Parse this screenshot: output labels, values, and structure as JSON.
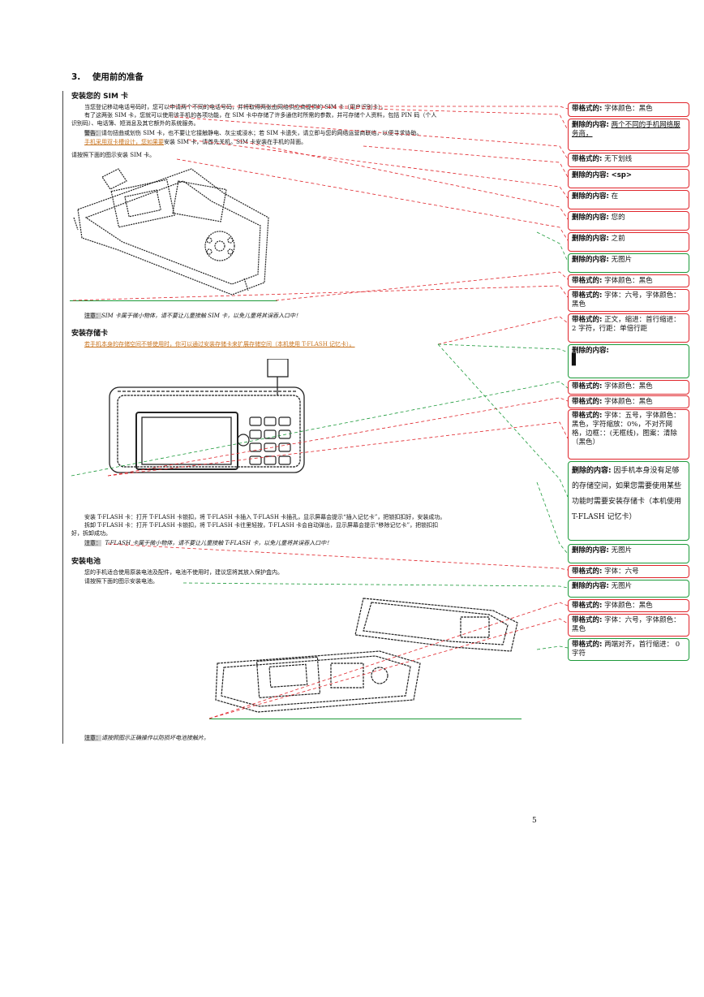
{
  "section": {
    "number": "3.",
    "title": "使用前的准备"
  },
  "sim": {
    "heading": "安装您的 SIM 卡",
    "p1": "当您登记移动电话号码时，您可以申请两个不同的电话号码，并将取得两张由网络供应商提供的 SIM 卡（用户识别卡）。",
    "p2a": "有了这两张 SIM 卡，您就可以使用该手机的各项功能，在 SIM 卡中存储了许多通信时所需的参数，并可存储个人资料，包括 PIN 码（个人",
    "p2b": "识别码）、电话簿、短消息及其它额外的系统服务。",
    "warn_label": "警告：",
    "warn_text": "请勿扭曲或划伤 SIM 卡，也不要让它接触静电、灰尘或浸水；若 SIM 卡遗失，请立即与您的网络运营商联络，以便寻求协助。",
    "dual": "手机采用双卡槽设计，您如果要",
    "dual2": "安装 SIM 卡，请首先关机。SIM 卡安装在手机的背面。",
    "instr": "请按照下面的图示安装 SIM 卡。",
    "note_label": "注意：",
    "note_text": "SIM 卡属于微小物体，请不要让儿童接触 SIM 卡，以免儿童将其误吞入口中！"
  },
  "storage": {
    "heading": "安装存储卡",
    "p1": "若手机本身的存储空间不够使用时，你可以通过安装存储卡来扩展存储空间（本机使用 T-FLASH 记忆卡）。",
    "install_label": "安装 T-FLASH 卡：",
    "install_text": "打开 T-FLASH 卡锁扣，将 T-FLASH 卡插入 T-FLASH 卡插孔，显示屏幕会提示“插入记忆卡”，把锁扣扣好，安装成功。",
    "remove_label": "拆卸 T-FLASH 卡：",
    "remove_text": "打开 T-FLASH 卡锁扣，将 T-FLASH 卡往里轻按，T-FLASH 卡会自动弹出，显示屏幕会提示“移除记忆卡”，把锁扣扣",
    "remove_text2": "好，拆卸成功。",
    "note_label": "注意：",
    "note_text": "T-FLASH 卡属于微小物体，请不要让儿童接触 T-FLASH 卡，以免儿童将其误吞入口中！"
  },
  "battery": {
    "heading": "安装电池",
    "p1": "您的手机适合使用原装电池及配件，电池不使用时，建议您将其放入保护盒内。",
    "p2": "请按照下面的图示安装电池。",
    "note_label": "注意：",
    "note_text": "请按照图示正确操作以防损坏电池接触片。"
  },
  "page_number": "5",
  "comments": [
    {
      "label": "带格式的:",
      "text": "字体颜色：黑色",
      "kind": "format"
    },
    {
      "label": "删除的内容:",
      "text": "两个不同的手机网络服务商，",
      "kind": "delete"
    },
    {
      "label": "带格式的:",
      "text": "无下划线",
      "kind": "format"
    },
    {
      "label": "删除的内容:",
      "text": "<sp>",
      "kind": "delete"
    },
    {
      "label": "删除的内容:",
      "text": "在",
      "kind": "delete"
    },
    {
      "label": "删除的内容:",
      "text": "您的",
      "kind": "delete"
    },
    {
      "label": "删除的内容:",
      "text": "之前",
      "kind": "delete"
    },
    {
      "label": "删除的内容:",
      "text": "无图片",
      "kind": "delete"
    },
    {
      "label": "带格式的:",
      "text": "字体颜色：黑色",
      "kind": "format"
    },
    {
      "label": "带格式的:",
      "text": "字体：六号，字体颜色：黑色",
      "kind": "format"
    },
    {
      "label": "带格式的:",
      "text": "正文，缩进：首行缩进： 2 字符，行距：单倍行距",
      "kind": "format"
    },
    {
      "label": "删除的内容:",
      "text": "▌",
      "kind": "delete"
    },
    {
      "label": "带格式的:",
      "text": "字体颜色：黑色",
      "kind": "format"
    },
    {
      "label": "带格式的:",
      "text": "字体颜色：黑色",
      "kind": "format"
    },
    {
      "label": "带格式的:",
      "text": "字体：五号，字体颜色：黑色，字符缩放：0%，不对齐网格，边框：：(无框线)，图案：清除（黑色）",
      "kind": "format"
    },
    {
      "label": "删除的内容:",
      "text": "因手机本身没有足够的存储空间，如果您需要使用某些功能时需要安装存储卡（本机使用 T-FLASH 记忆卡）",
      "kind": "delete"
    },
    {
      "label": "删除的内容:",
      "text": "无图片",
      "kind": "delete"
    },
    {
      "label": "带格式的:",
      "text": "字体：六号",
      "kind": "format"
    },
    {
      "label": "删除的内容:",
      "text": "无图片",
      "kind": "delete"
    },
    {
      "label": "带格式的:",
      "text": "字体颜色：黑色",
      "kind": "format"
    },
    {
      "label": "带格式的:",
      "text": "字体：六号，字体颜色：黑色",
      "kind": "format"
    },
    {
      "label": "带格式的:",
      "text": "两端对齐，首行缩进： 0 字符",
      "kind": "format"
    }
  ],
  "colors": {
    "revision_red": "#e0242a",
    "revision_green": "#1c9a3a",
    "inserted_orange": "#c8731e"
  }
}
